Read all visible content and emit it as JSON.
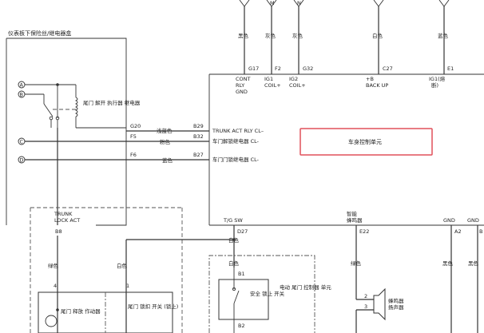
{
  "fuse_box": {
    "title": "仪表板下保险丝/继电器盒"
  },
  "connectors": [
    "A",
    "B",
    "C",
    "D"
  ],
  "trunk_relay": {
    "label": "尾门 解开 执行器 继电器"
  },
  "trunk_lock_act": {
    "label1": "TRUNK",
    "label2": "LOCK ACT",
    "pin": "B8"
  },
  "top_wires": [
    {
      "arrow": "",
      "color": "黑色",
      "pin": "G17",
      "label": [
        "CONT",
        "RLY",
        "GND"
      ]
    },
    {
      "arrow": "M",
      "color": "灰色",
      "pin": "F2",
      "label": [
        "IG1",
        "COIL+"
      ]
    },
    {
      "arrow": "N",
      "color": "灰色",
      "pin": "G32",
      "label": [
        "IG2",
        "COIL+"
      ]
    },
    {
      "arrow": "",
      "color": "白色",
      "pin": "C27",
      "label": [
        "+B",
        "BACK UP"
      ]
    },
    {
      "arrow": "",
      "color": "蓝色",
      "pin": "E1",
      "label": [
        "IG1(熔",
        "断)"
      ]
    }
  ],
  "left_wires": [
    {
      "pin_left": "G20",
      "color": "浅蓝色",
      "pin_right": "B29",
      "label": "TRUNK ACT RLY CL–"
    },
    {
      "pin_left": "F5",
      "color": "粉色",
      "pin_right": "B32",
      "label": "车门解锁继电器 CL-"
    },
    {
      "pin_left": "F6",
      "color": "蓝色",
      "pin_right": "B27",
      "label": "车门门锁继电器 CL-"
    }
  ],
  "bcm": {
    "label": "车身控制单元"
  },
  "bottom": {
    "tg_sw": "T/G SW",
    "d27": "D27",
    "d27_color": "白色",
    "buzzer_label1": "智能",
    "buzzer_label2": "蜂鸣器",
    "e22": "E22",
    "gnd1": "GND",
    "gnd2": "GND",
    "a2": "A2",
    "b": "B",
    "buzzer_wire_color": "绿色",
    "gnd_color1": "黑色",
    "gnd_color2": "黑色",
    "buzzer_pin2": "2",
    "buzzer_pin3": "3",
    "buzzer_name": "蜂鸣器",
    "buzzer_name2": "扬声器"
  },
  "lower_left": {
    "wire1_color": "绿色",
    "wire1_pin": "4",
    "wire2_color": "白色",
    "wire2_pin": "1",
    "actuator_label": "尾门 释放 作动器",
    "switch_label": "尾门 锁扣 开关 (锁止)"
  },
  "lower_mid": {
    "d27_color2": "白色",
    "b1": "B1",
    "b2": "B2",
    "switch_label": "安全 锁止 开关",
    "unit_label": "电动 尾门 控制器 单元"
  }
}
